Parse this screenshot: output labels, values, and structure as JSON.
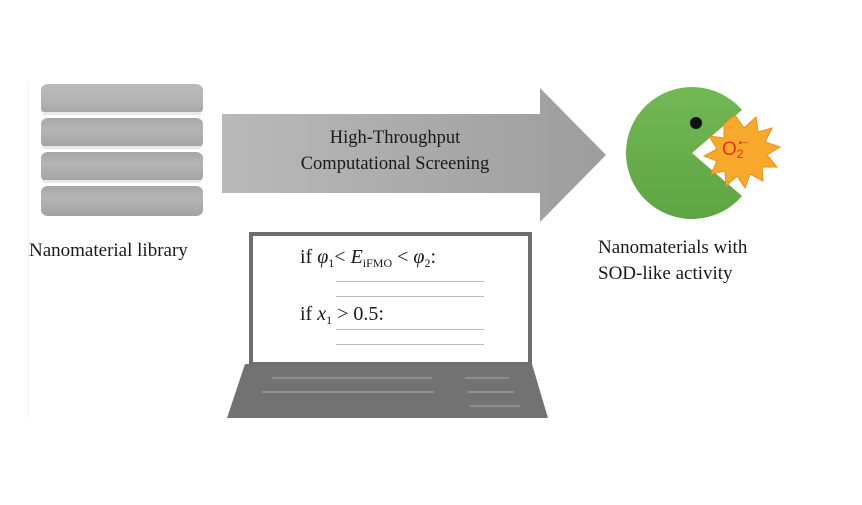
{
  "left": {
    "caption": "Nanomaterial library",
    "icon": "database-icon"
  },
  "arrow": {
    "line1": "High-Throughput",
    "line2": "Computational Screening",
    "color": "#a3a3a3"
  },
  "laptop": {
    "icon": "laptop-icon",
    "code": {
      "l1_prefix": "if ",
      "l1_phi": "φ",
      "l1_phi_sub": "1",
      "l1_lt": "< ",
      "l1_E": "E",
      "l1_E_sub": "iFMO",
      "l1_lt2": " < ",
      "l1_phi2": "φ",
      "l1_phi2_sub": "2",
      "l1_end": ":",
      "l2_prefix": "if ",
      "l2_x": "x",
      "l2_x_sub": "1",
      "l2_rest": " > 0.5:"
    }
  },
  "right": {
    "caption_line1": "Nanomaterials with",
    "caption_line2": "SOD-like activity",
    "pacman_color": "#6ab04c",
    "burst_color": "#f5a623",
    "superoxide": "O",
    "superoxide_sub": "2",
    "superoxide_sup": "•−",
    "superoxide_color": "#e8341c"
  }
}
